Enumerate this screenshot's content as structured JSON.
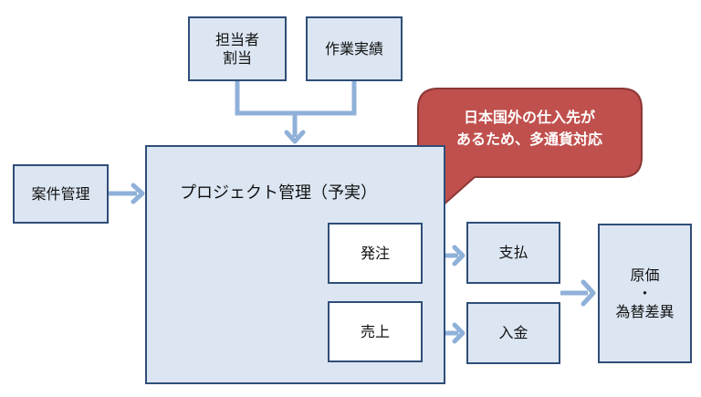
{
  "nodes": {
    "tantou": {
      "line1": "担当者",
      "line2": "割当"
    },
    "sagyou": {
      "label": "作業実績"
    },
    "anken": {
      "label": "案件管理"
    },
    "project": {
      "label": "プロジェクト管理（予実）"
    },
    "hacchu": {
      "label": "発注"
    },
    "uriage": {
      "label": "売上"
    },
    "shiharai": {
      "label": "支払"
    },
    "nyukin": {
      "label": "入金"
    },
    "genka": {
      "line1": "原価",
      "line2": "・",
      "line3": "為替差異"
    }
  },
  "callout": {
    "line1": "日本国外の仕入先が",
    "line2": "あるため、多通貨対応"
  },
  "colors": {
    "box_fill": "#dce6f2",
    "box_border": "#2f4e78",
    "arrow": "#8fb0d9",
    "callout_fill": "#c0504d"
  }
}
